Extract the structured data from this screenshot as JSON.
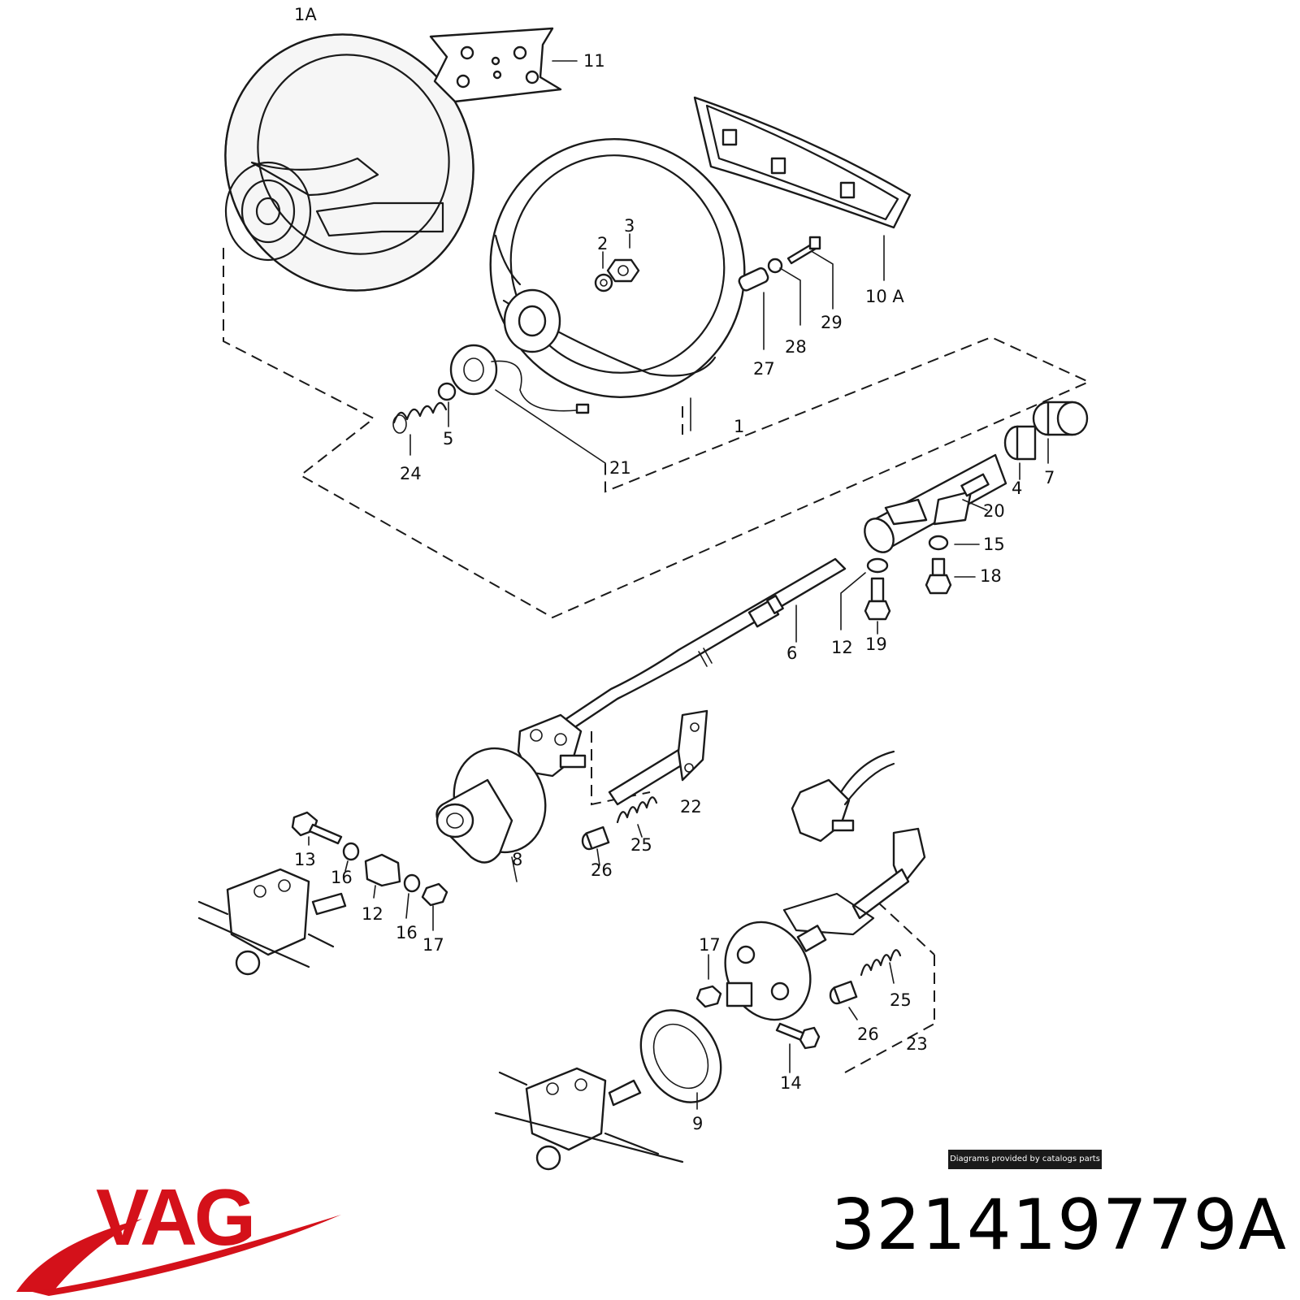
{
  "brand": {
    "logo_text": "VAG",
    "color": "#d4111a"
  },
  "part_number": "321419779A",
  "credit": "Diagrams provided by catalogs parts",
  "callouts": [
    "1A",
    "11",
    "3",
    "2",
    "10 A",
    "29",
    "28",
    "27",
    "1",
    "5",
    "24",
    "21",
    "4",
    "7",
    "20",
    "15",
    "18",
    "12",
    "19",
    "6",
    "22",
    "8",
    "25",
    "26",
    "13",
    "16",
    "12",
    "16",
    "17",
    "17",
    "25",
    "26",
    "23",
    "14",
    "9"
  ]
}
